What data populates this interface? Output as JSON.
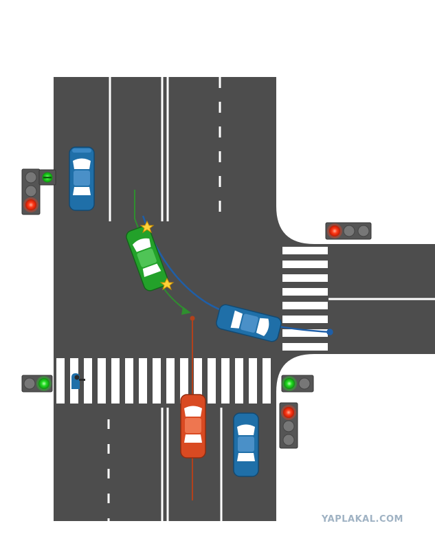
{
  "watermark": "YAPLAKAL.COM",
  "colors": {
    "road": "#4d4d4d",
    "marking": "#ffffff",
    "car_blue": "#1f6fa8",
    "car_green": "#23a12a",
    "car_red": "#d94a22",
    "path_blue": "#1f5fa8",
    "path_green": "#2f8f2f",
    "path_red": "#b2411b",
    "light_red": "#ff3b1a",
    "light_green": "#22dd22",
    "light_off": "#777777",
    "spark": "#ffd23a"
  },
  "vehicles": [
    {
      "name": "car-blue-parked-top-left",
      "color": "blue"
    },
    {
      "name": "car-green-turning",
      "color": "green"
    },
    {
      "name": "car-blue-turning",
      "color": "blue"
    },
    {
      "name": "car-red-straight",
      "color": "red"
    },
    {
      "name": "car-blue-bottom-right",
      "color": "blue"
    }
  ],
  "traffic_lights": [
    {
      "name": "traffic-light-left-top",
      "state": "red",
      "arrow": "green"
    },
    {
      "name": "traffic-light-right-top",
      "state": "red"
    },
    {
      "name": "traffic-light-left-pedestrian",
      "state": "green"
    },
    {
      "name": "traffic-light-right-pedestrian",
      "state": "green"
    },
    {
      "name": "traffic-light-right-bottom",
      "state": "red"
    }
  ],
  "pedestrian": {
    "icon": "pedestrian-icon"
  }
}
